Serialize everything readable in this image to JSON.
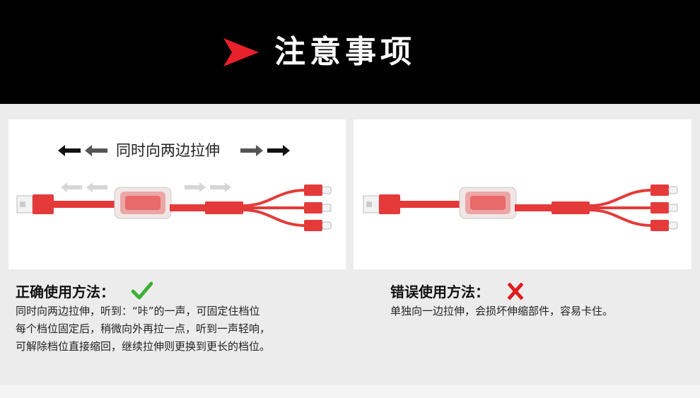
{
  "header": {
    "title": "注意事项"
  },
  "left_panel": {
    "pull_label": "同时向两边拉伸",
    "caption": "正确使用方法：",
    "description_lines": [
      "同时向两边拉伸，听到：“咔”的一声，可固定住档位",
      "每个档位固定后，稍微向外再拉一点，听到一声轻响，",
      "可解除档位直接缩回，继续拉伸则更换到更长的档位。"
    ]
  },
  "right_panel": {
    "caption": "错误使用方法：",
    "description_lines": [
      "单独向一边拉伸，会损坏伸缩部件，容易卡住。"
    ]
  },
  "colors": {
    "header_bg": "#000000",
    "accent_red": "#e8212a",
    "cable_red": "#e43a3a",
    "check_green": "#3cb034",
    "cross_red": "#e01b1b",
    "page_bg": "#ececec"
  },
  "icons": {
    "header": "play-arrow-icon",
    "correct": "check-icon",
    "wrong": "cross-icon"
  }
}
